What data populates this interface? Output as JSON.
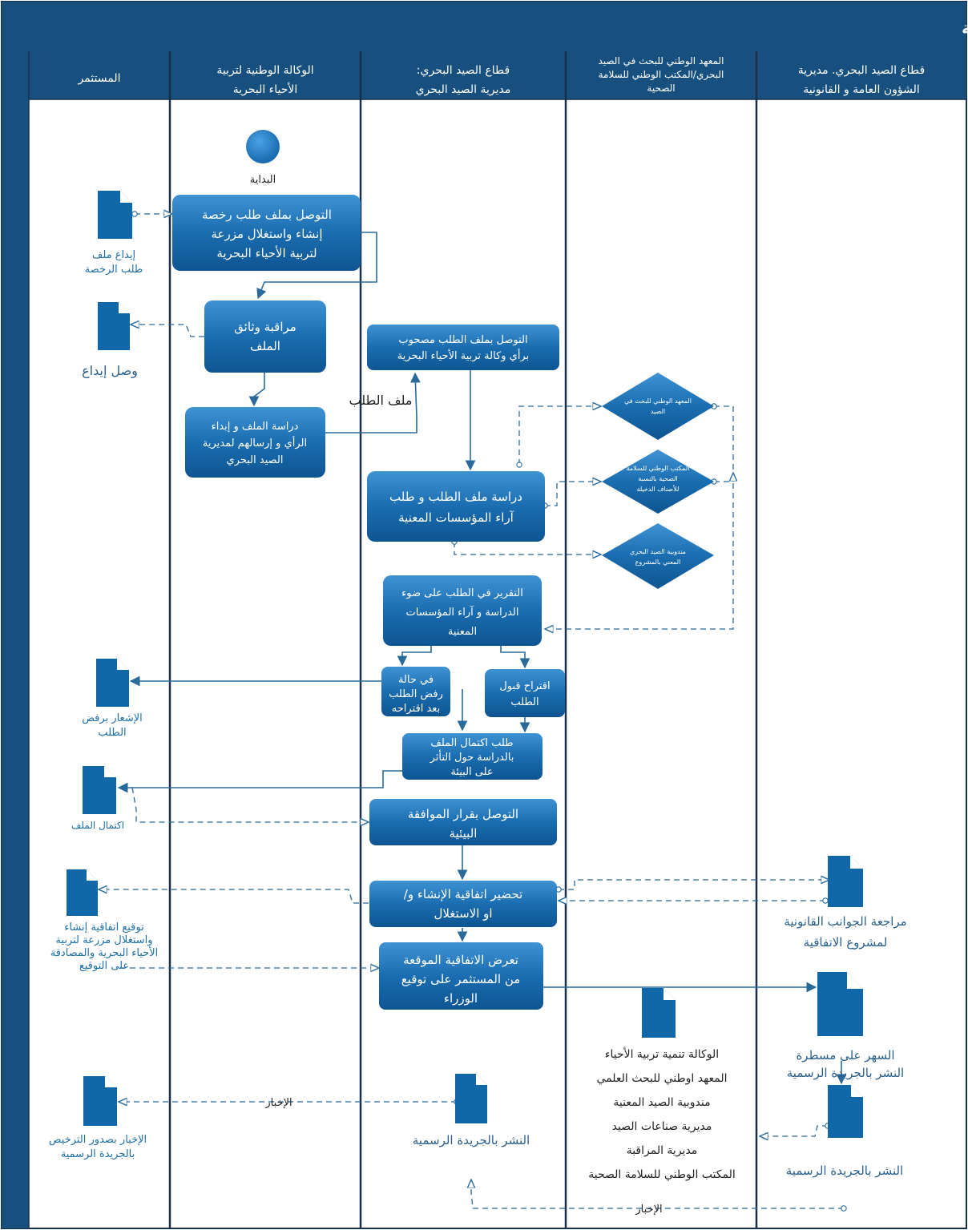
{
  "title": "رخصة إنشاء و استغلال مزرعة لتربية الأحياء البحرية",
  "lanes": [
    "المستثمر",
    "الوكالة الوطنية لتربية الأحياء البحرية",
    "قطاع الصيد البحري: مديرية الصيد البحري",
    "المعهد الوطني للبحث في الصيد البحري/المكتب الوطني للسلامة الصحية",
    "قطاع الصيد البحري. مديرية الشؤون العامة و القانونية"
  ],
  "start_label": "البداية",
  "boxes": {
    "b1": [
      "التوصل بملف طلب رخصة",
      "إنشاء واستغلال مزرعة",
      "لتربية الأحياء البحرية"
    ],
    "b2": [
      "مراقبة وثائق",
      "الملف"
    ],
    "b3": [
      "دراسة الملف و إبداء",
      "الرأي و إرسالهم لمديرية",
      "الصيد البحري"
    ],
    "b4": [
      "التوصل بملف الطلب مصحوب",
      "برأي وكالة تربية الأحياء البحرية"
    ],
    "b5": [
      "دراسة ملف الطلب و طلب",
      "آراء المؤسسات المعنية"
    ],
    "b6": [
      "التقرير في الطلب على ضوء",
      "الدراسة و آراء المؤسسات",
      "المعنية"
    ],
    "b7": [
      "في حالة",
      "رفض الطلب",
      "بعد اقتراحه"
    ],
    "b8": [
      "اقتراح قبول",
      "الطلب"
    ],
    "b9": [
      "طلب اكتمال الملف",
      "بالدراسة حول التأثر",
      "على البيئة"
    ],
    "b10": [
      "التوصل بقرار الموافقة",
      "البيئية"
    ],
    "b11": [
      "تحضير اتفاقية الإنشاء و/",
      "او الاستغلال"
    ],
    "b12": [
      "تعرض الاتفاقية الموقعة",
      "من المستثمر على توقيع",
      "الوزراء"
    ]
  },
  "diamonds": {
    "d1": [
      "المعهد الوطني للبحث في",
      "الصيد"
    ],
    "d2": [
      "المكتب الوطني للسلامة",
      "الصحية بالنسبة",
      "للأصناف الدخيلة"
    ],
    "d3": [
      "مندوبية الصيد البحري",
      "المعني بالمشروع"
    ]
  },
  "docs": {
    "doc1": [
      "إيداع ملف",
      "طلب الرخصة"
    ],
    "doc2": [
      "وصل إيداع"
    ],
    "doc3": [
      "الإشعار برفض",
      "الطلب"
    ],
    "doc4": [
      "اكتمال الملف"
    ],
    "doc5": [
      "توقيع اتفاقية إنشاء",
      "واستغلال مزرعة لتربية",
      "الأحياء البحرية والمصادقة",
      "على التوقيع"
    ],
    "doc6": [
      "الإخبار بصدور الترخيص",
      "بالجريدة الرسمية"
    ],
    "doc7": [
      "النشر بالجريدة الرسمية"
    ],
    "doc8": [
      "الوكالة تنمية تربية الأحياء",
      "المعهد اوطني للبحث العلمي",
      "مندوبية الصيد المعنية",
      "مديرية صناعات الصيد",
      "مديرية المراقبة",
      "المكتب الوطني للسلامة الصحية"
    ],
    "doc9": [
      "مراجعة الجوانب القانونية",
      "لمشروع الاتفاقية"
    ],
    "doc10": [
      "السهر على مسطرة",
      "النشر بالجريدة الرسمية"
    ],
    "doc11": [
      "النشر بالجريدة الرسمية"
    ]
  },
  "labels": {
    "file_label": "ملف الطلب",
    "notify1": "الإخبار",
    "notify2": "الإخبار"
  },
  "colors": {
    "header": "#17507e",
    "box": "#1564a3",
    "lane_line": "#1a2f4a"
  }
}
